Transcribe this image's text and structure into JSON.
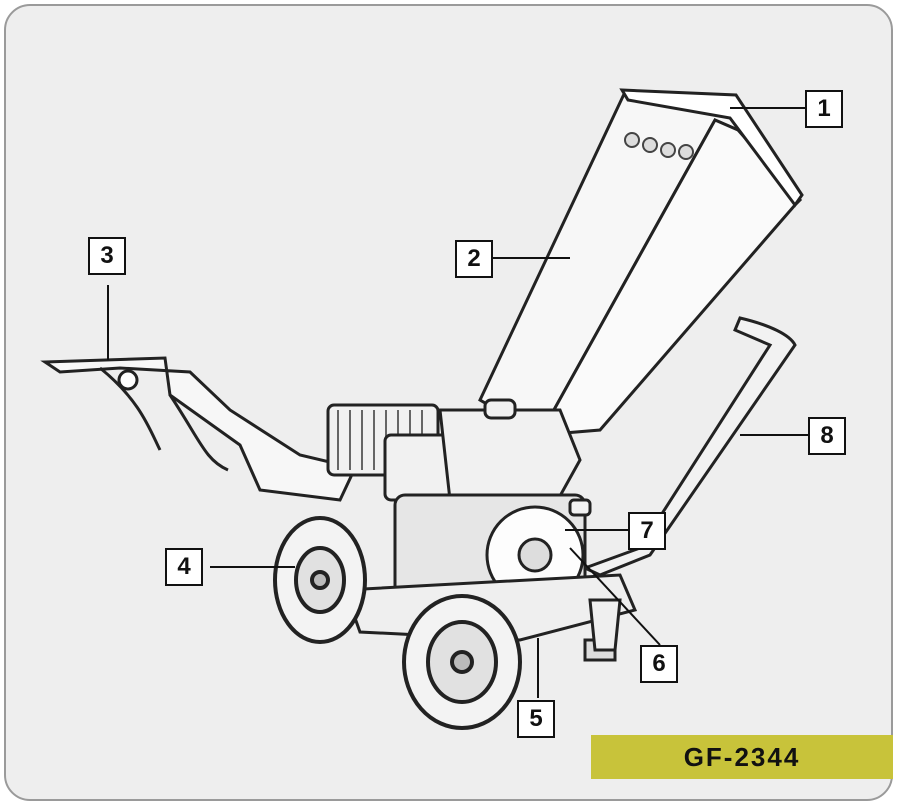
{
  "figure": {
    "callouts": [
      {
        "id": 1,
        "label": "1"
      },
      {
        "id": 2,
        "label": "2"
      },
      {
        "id": 3,
        "label": "3"
      },
      {
        "id": 4,
        "label": "4"
      },
      {
        "id": 5,
        "label": "5"
      },
      {
        "id": 6,
        "label": "6"
      },
      {
        "id": 7,
        "label": "7"
      },
      {
        "id": 8,
        "label": "8"
      }
    ],
    "model": "GF-2344",
    "colors": {
      "panel_bg": "#eeeeee",
      "panel_border": "#9a9a9a",
      "model_badge": "#c8c33a",
      "ink": "#111111"
    }
  }
}
